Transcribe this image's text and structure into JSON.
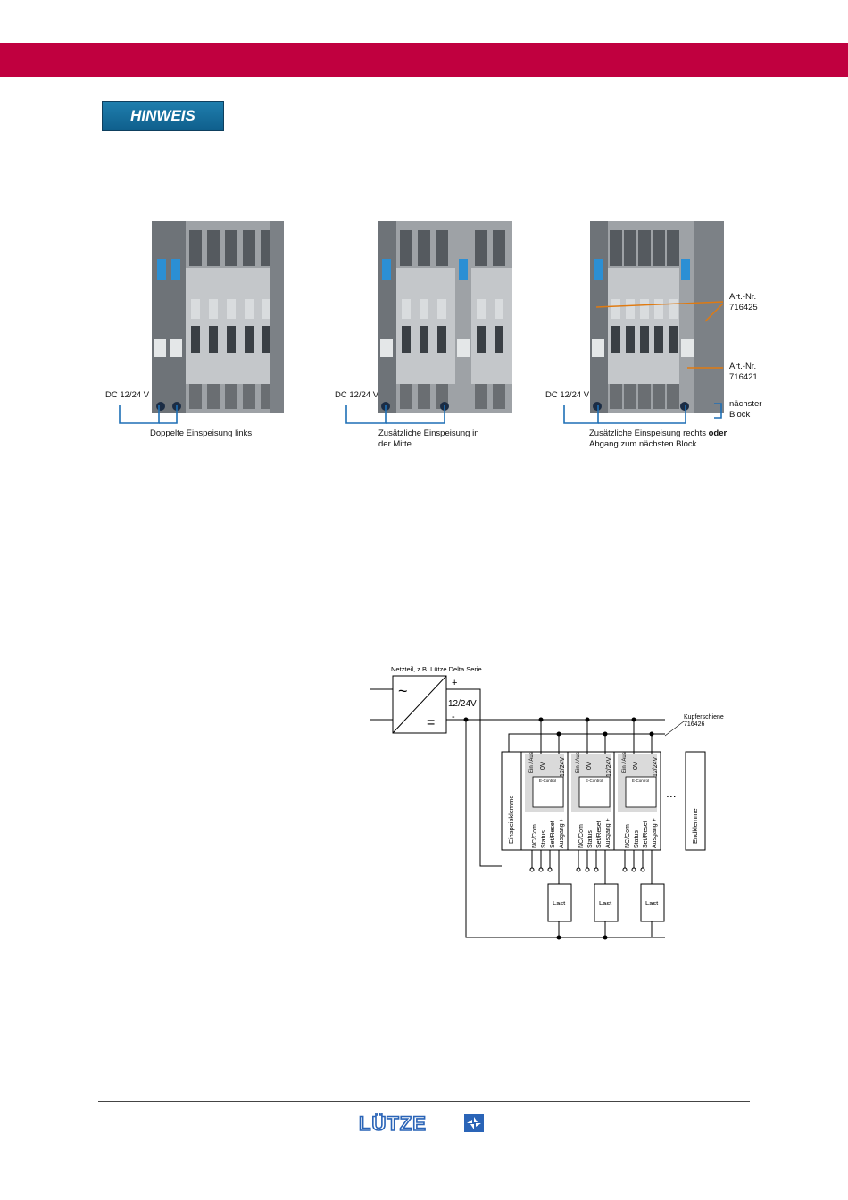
{
  "colors": {
    "banner": "#c0003f",
    "hinweis": "#1b74a3",
    "callout": "#e07a10",
    "wire": "#1e6fb5",
    "logo": "#2a64b7"
  },
  "hinweis": {
    "label": "HINWEIS"
  },
  "figures": [
    {
      "dc_label": "DC 12/24 V",
      "caption_lines": [
        "Doppelte Einspeisung links"
      ]
    },
    {
      "dc_label": "DC 12/24 V",
      "caption_lines": [
        "Zusätzliche Einspeisung in",
        "der Mitte"
      ]
    },
    {
      "dc_label": "DC 12/24 V",
      "caption_line1": "Zusätzliche Einspeisung rechts ",
      "caption_bold": "oder",
      "caption_line2": "Abgang zum nächsten Block",
      "callouts": {
        "art1_line1": "Art.-Nr.",
        "art1_line2": "716425",
        "art2_line1": "Art.-Nr.",
        "art2_line2": "716421",
        "next_line1": "nächster",
        "next_line2": "Block"
      }
    }
  ],
  "schematic": {
    "psu_title": "Netzteil, z.B. Lütze Delta Serie",
    "ac_symbol": "~",
    "dc_symbol": "=",
    "plus": "+",
    "minus": "-",
    "voltage": "12/24V",
    "rail_label_line1": "Kupferschiene",
    "rail_label_line2": "716426",
    "feed_terminal": "Einspeisklemme",
    "end_terminal": "Endklemme",
    "ellipsis": "...",
    "module": {
      "top_terminals": [
        "0V",
        "12/24V"
      ],
      "switch_label": "Ein / Aus",
      "control_label": "E-Control",
      "bottom_terminals": [
        "NC/Com",
        "Status",
        "Set/Reset",
        "Ausgang +"
      ],
      "load": "Last"
    }
  },
  "footer": {
    "logo_text": "LÜTZE"
  }
}
